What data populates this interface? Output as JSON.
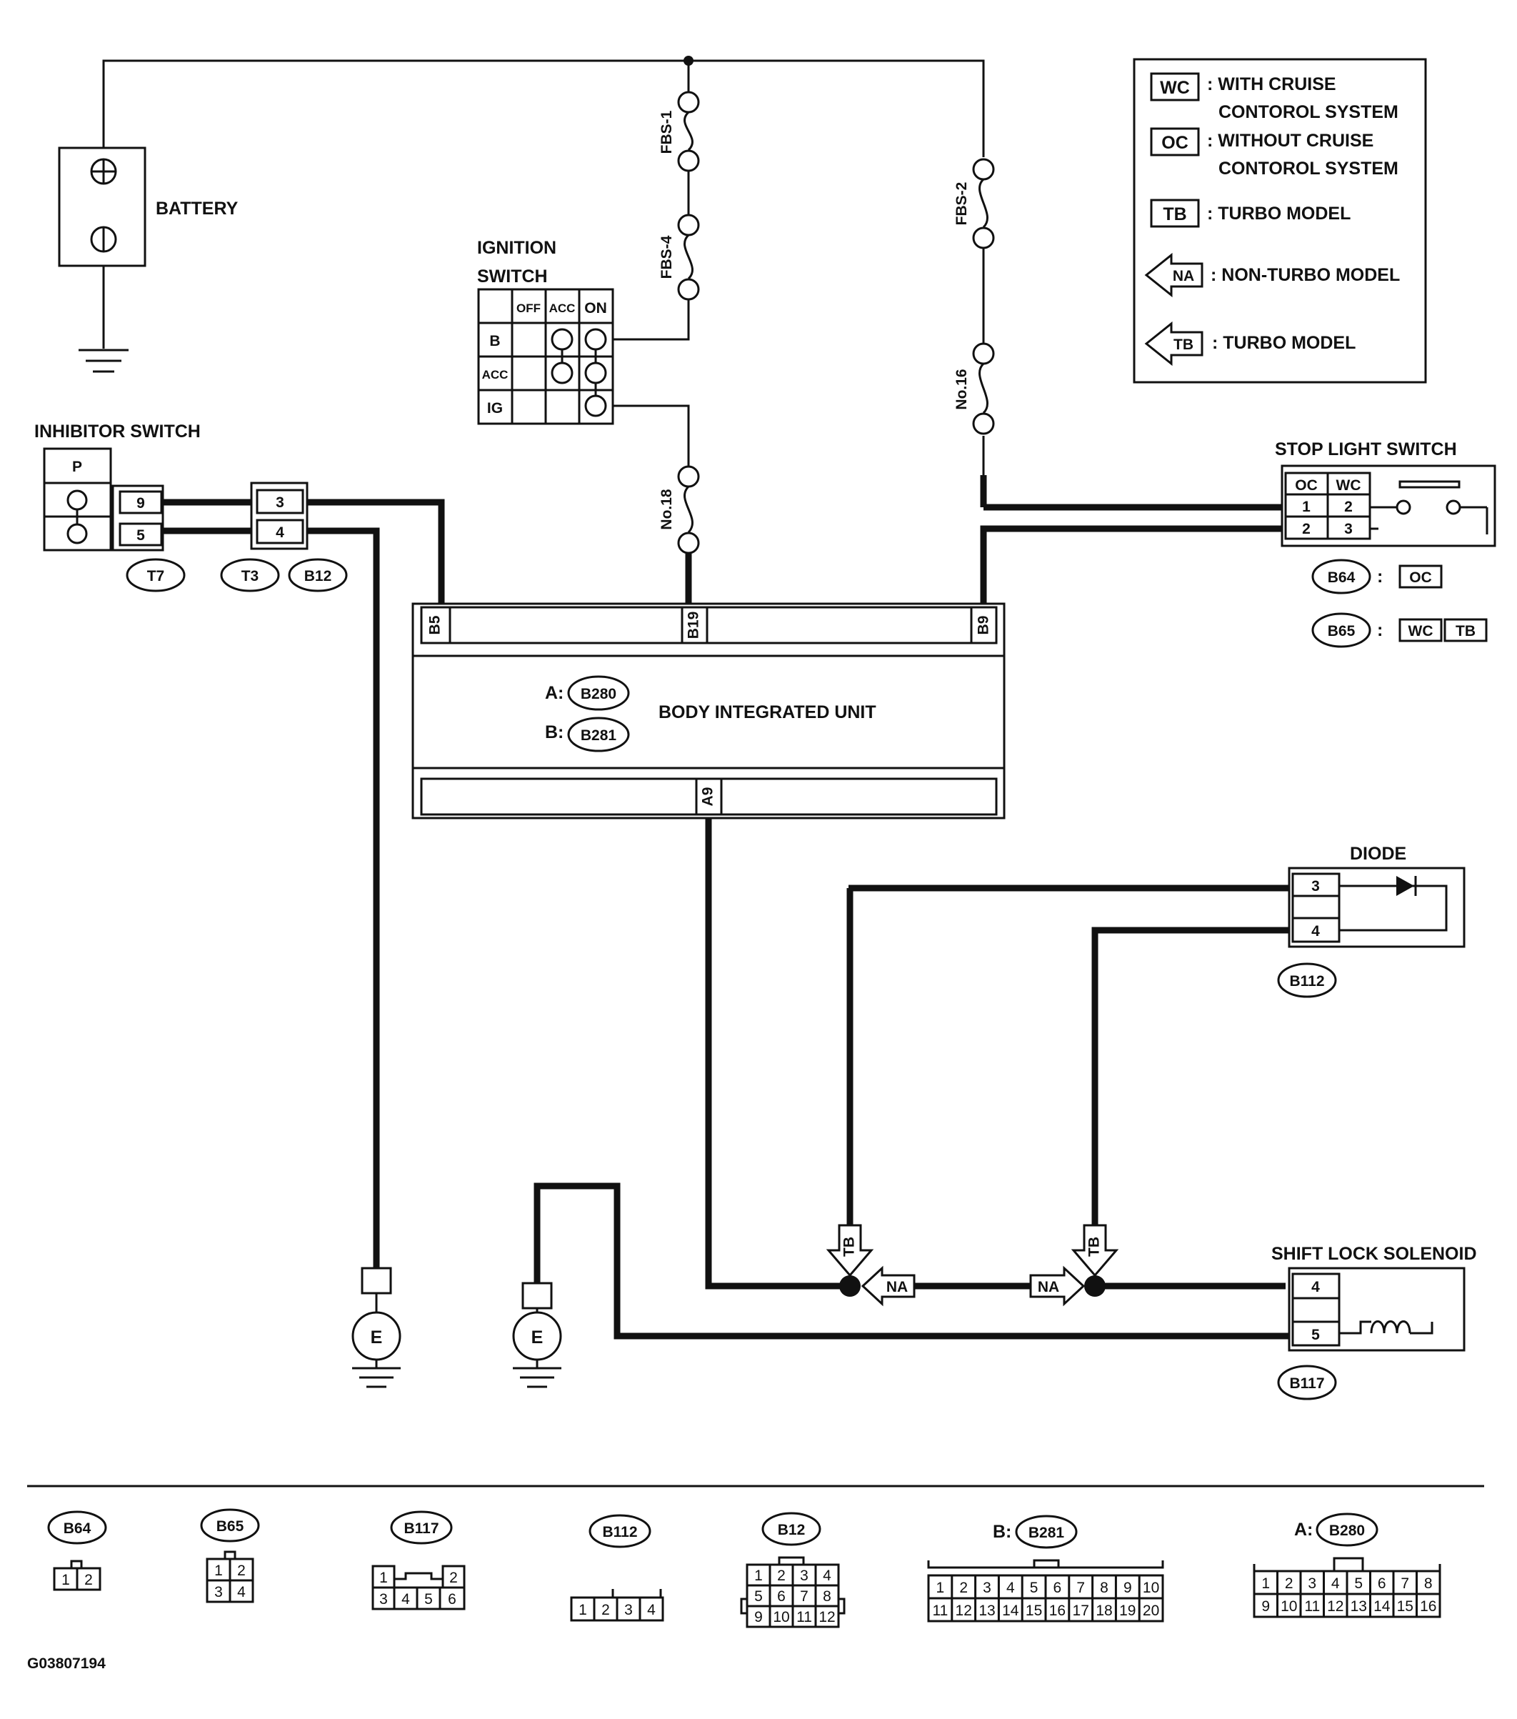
{
  "legend": {
    "wc_tag": "WC",
    "wc_text_1": ": WITH CRUISE",
    "wc_text_2": "CONTOROL SYSTEM",
    "oc_tag": "OC",
    "oc_text_1": ": WITHOUT CRUISE",
    "oc_text_2": "CONTOROL SYSTEM",
    "tb_tag": "TB",
    "tb_text": ": TURBO MODEL",
    "na_arrow": "NA",
    "na_arrow_text": ": NON-TURBO MODEL",
    "tb_arrow": "TB",
    "tb_arrow_text": ": TURBO MODEL"
  },
  "battery": {
    "label": "BATTERY",
    "plus": "+",
    "minus": "−"
  },
  "fuses": {
    "fbs1": "FBS-1",
    "fbs4": "FBS-4",
    "fbs2": "FBS-2",
    "no16": "No.16",
    "no18": "No.18"
  },
  "ignition": {
    "label_1": "IGNITION",
    "label_2": "SWITCH",
    "col_off": "OFF",
    "col_acc": "ACC",
    "col_on": "ON",
    "row_b": "B",
    "row_acc": "ACC",
    "row_ig": "IG"
  },
  "inhibitor": {
    "label": "INHIBITOR SWITCH",
    "pos": "P",
    "pin_9": "9",
    "pin_5": "5",
    "conn": "T7"
  },
  "connector_t3": {
    "pin_3": "3",
    "pin_4": "4",
    "conn_t3": "T3",
    "conn_b12": "B12"
  },
  "biu": {
    "label": "BODY INTEGRATED UNIT",
    "a_prefix": "A:",
    "a_conn": "B280",
    "b_prefix": "B:",
    "b_conn": "B281",
    "term_b5": "B5",
    "term_b19": "B19",
    "term_b9": "B9",
    "term_a9": "A9"
  },
  "stop_light": {
    "label": "STOP LIGHT SWITCH",
    "col_oc": "OC",
    "col_wc": "WC",
    "r1_oc": "1",
    "r1_wc": "2",
    "r2_oc": "2",
    "r2_wc": "3",
    "b64": "B64",
    "b64_sep": ":",
    "b64_tag": "OC",
    "b65": "B65",
    "b65_sep": ":",
    "b65_tag_1": "WC",
    "b65_tag_2": "TB"
  },
  "diode": {
    "label": "DIODE",
    "pin_3": "3",
    "pin_4": "4",
    "conn": "B112"
  },
  "solenoid": {
    "label": "SHIFT LOCK SOLENOID",
    "pin_4": "4",
    "pin_5": "5",
    "conn": "B117"
  },
  "junctions": {
    "tb_left": "TB",
    "na_left": "NA",
    "na_right": "NA",
    "tb_right": "TB"
  },
  "grounds": {
    "e1": "E",
    "e2": "E"
  },
  "connector_views": {
    "b64": {
      "name": "B64",
      "pins": [
        "1",
        "2"
      ]
    },
    "b65": {
      "name": "B65",
      "pins": [
        "1",
        "2",
        "3",
        "4"
      ]
    },
    "b117": {
      "name": "B117",
      "pins": [
        "1",
        "2",
        "3",
        "4",
        "5",
        "6"
      ]
    },
    "b112": {
      "name": "B112",
      "pins": [
        "1",
        "2",
        "3",
        "4"
      ]
    },
    "b12": {
      "name": "B12",
      "pins": [
        "1",
        "2",
        "3",
        "4",
        "5",
        "6",
        "7",
        "8",
        "9",
        "10",
        "11",
        "12"
      ]
    },
    "b281": {
      "prefix": "B:",
      "name": "B281",
      "pins": [
        "1",
        "2",
        "3",
        "4",
        "5",
        "6",
        "7",
        "8",
        "9",
        "10",
        "11",
        "12",
        "13",
        "14",
        "15",
        "16",
        "17",
        "18",
        "19",
        "20"
      ]
    },
    "b280": {
      "prefix": "A:",
      "name": "B280",
      "pins": [
        "1",
        "2",
        "3",
        "4",
        "5",
        "6",
        "7",
        "8",
        "9",
        "10",
        "11",
        "12",
        "13",
        "14",
        "15",
        "16"
      ]
    }
  },
  "figure_id": "G03807194"
}
